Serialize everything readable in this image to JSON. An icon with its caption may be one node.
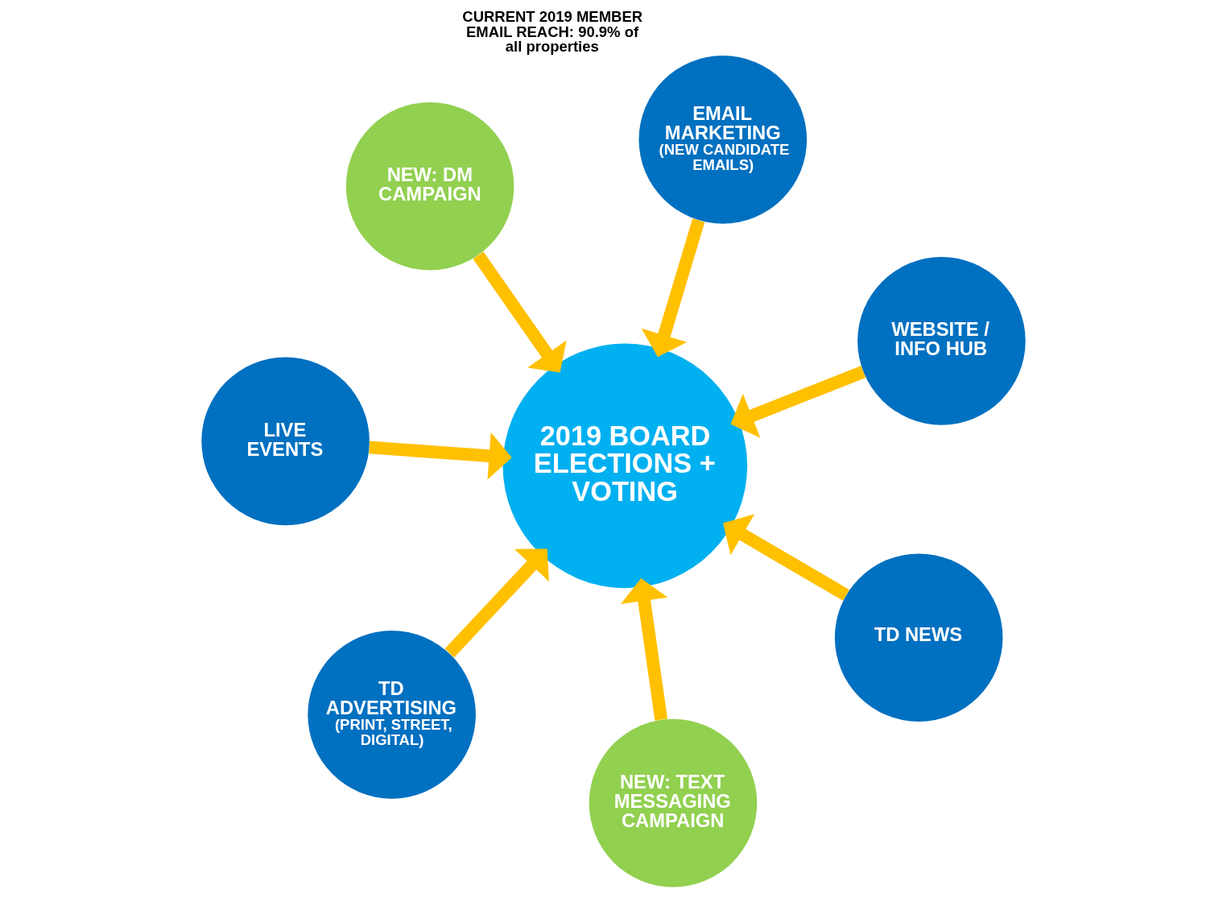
{
  "diagram": {
    "nodes": [
      {
        "text": [
          "NEW: DM CAMPAIGN"
        ]
      },
      {
        "text": [
          "WEBSITE / INFO HUB"
        ]
      },
      {
        "text": [
          "NEW: TEXT MESSAGING CAMPAIGN"
        ]
      },
      {
        "text": [
          "2019 BOARD ELECTIONS + VOTING"
        ]
      },
      {
        "text": [
          "EMAIL MARKETING",
          "(NEW CANDIDATE EMAILS)"
        ],
        "beside": [
          "CURRENT 2019 MEMBER EMAIL REACH: 90.9% of all properties"
        ]
      },
      {
        "text": [
          "LIVE EVENTS"
        ]
      },
      {
        "text": [
          "TD ADVERTISING",
          "(PRINT, STREET, DIGITAL)"
        ]
      },
      {
        "text": [
          "TD NEWS"
        ]
      }
    ],
    "edges": [
      {
        "from": 0,
        "to": 3,
        "arrow": "to"
      },
      {
        "from": 1,
        "to": 3,
        "arrow": "to"
      },
      {
        "from": 2,
        "to": 3,
        "arrow": "to"
      },
      {
        "from": 4,
        "to": 3,
        "arrow": "to"
      },
      {
        "from": 5,
        "to": 3,
        "arrow": "to"
      },
      {
        "from": 6,
        "to": 3,
        "arrow": "to"
      },
      {
        "from": 7,
        "to": 3,
        "arrow": "to"
      }
    ]
  }
}
